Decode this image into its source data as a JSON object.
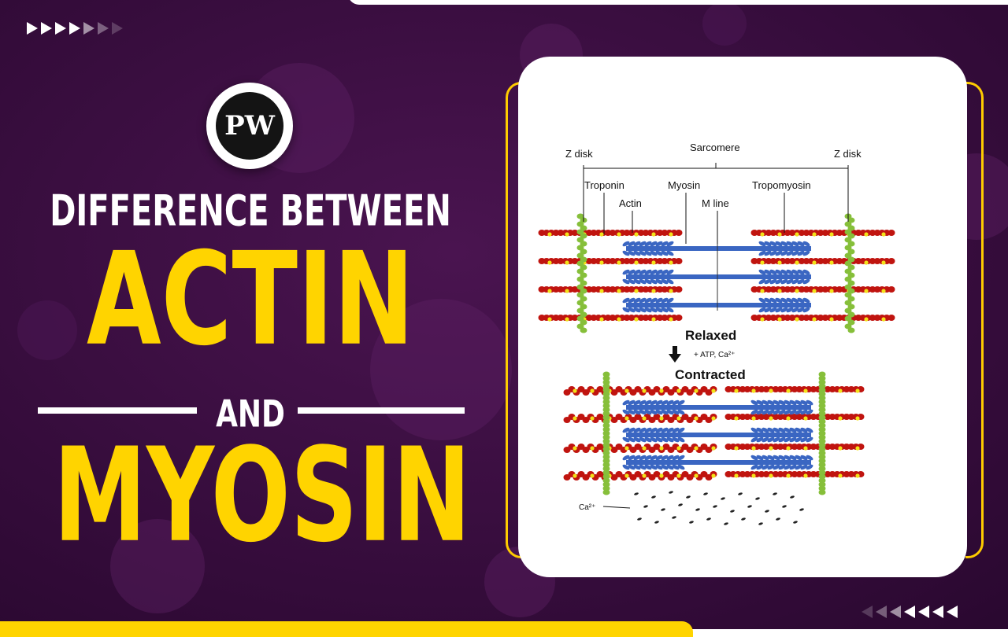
{
  "brand": {
    "logo_text": "PW"
  },
  "title": {
    "line1": "DIFFERENCE BETWEEN",
    "line2": "ACTIN",
    "line3": "AND",
    "line4": "MYOSIN"
  },
  "diagram": {
    "labels": {
      "z_disk_left": "Z disk",
      "z_disk_right": "Z disk",
      "sarcomere": "Sarcomere",
      "troponin": "Troponin",
      "myosin": "Myosin",
      "tropomyosin": "Tropomyosin",
      "actin": "Actin",
      "m_line": "M line",
      "relaxed": "Relaxed",
      "conditions": "+ ATP, Ca²⁺",
      "contracted": "Contracted",
      "calcium": "Ca²⁺"
    }
  },
  "colors": {
    "background": "#3a0c3f",
    "accent_yellow": "#ffd400",
    "title_white": "#ffffff",
    "actin_red": "#c0140f",
    "troponin_yellow": "#f2e21a",
    "myosin_blue": "#3a66c2",
    "z_disk_green": "#86bf3a"
  }
}
